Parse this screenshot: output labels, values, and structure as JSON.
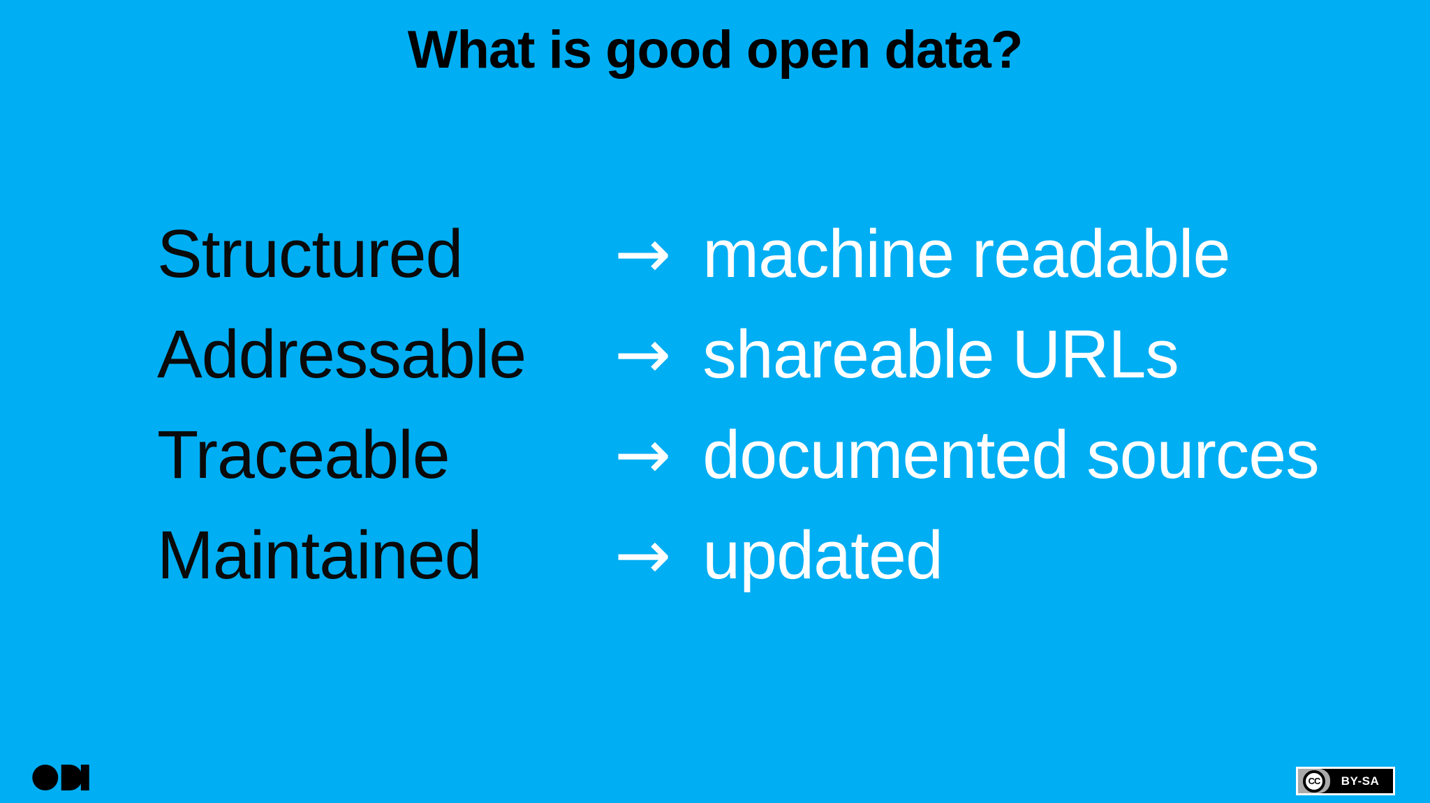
{
  "slide": {
    "title": "What is good open data?",
    "background_color": "#00aef3",
    "title_color": "#000000",
    "term_color": "#0a0a0a",
    "definition_color": "#ffffff",
    "arrow_glyph": "→",
    "rows": [
      {
        "term": "Structured",
        "definition": "machine readable"
      },
      {
        "term": "Addressable",
        "definition": "shareable URLs"
      },
      {
        "term": "Traceable",
        "definition": "documented sources"
      },
      {
        "term": "Maintained",
        "definition": "updated"
      }
    ]
  },
  "footer": {
    "logo_label": "ODI",
    "license_badge": {
      "icon": "CC",
      "label": "BY-SA"
    }
  }
}
